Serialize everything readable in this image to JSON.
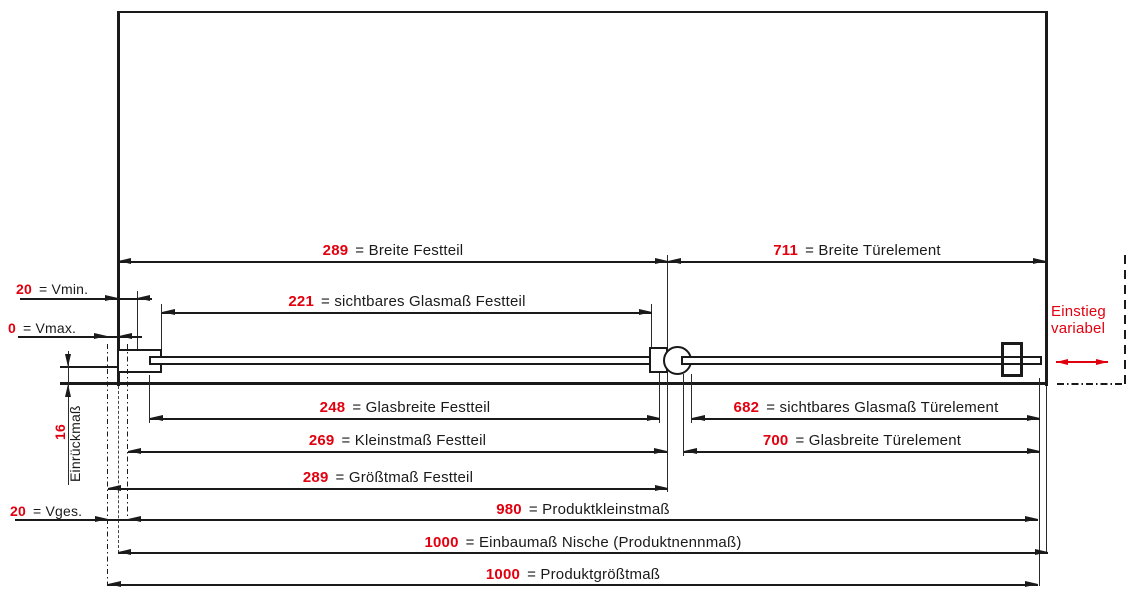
{
  "colors": {
    "red": "#e2000f",
    "line": "#1a1a1a"
  },
  "dimensions": {
    "breite_festteil": {
      "value": "289",
      "label": "= Breite Festteil"
    },
    "breite_tuerelement": {
      "value": "711",
      "label": "= Breite Türelement"
    },
    "vmin": {
      "value": "20",
      "label": "= Vmin."
    },
    "sichtbares_glasmass_festteil": {
      "value": "221",
      "label": "= sichtbares Glasmaß Festteil"
    },
    "vmax": {
      "value": "0",
      "label": "= Vmax."
    },
    "einrueckmass": {
      "value": "16",
      "label": "Einrückmaß"
    },
    "glasbreite_festteil": {
      "value": "248",
      "label": "= Glasbreite Festteil"
    },
    "sichtbares_glasmass_tuerelement": {
      "value": "682",
      "label": "= sichtbares Glasmaß Türelement"
    },
    "kleinstmass_festteil": {
      "value": "269",
      "label": "= Kleinstmaß Festteil"
    },
    "glasbreite_tuerelement": {
      "value": "700",
      "label": "= Glasbreite Türelement"
    },
    "groesstmass_festteil": {
      "value": "289",
      "label": "= Größtmaß Festteil"
    },
    "vges": {
      "value": "20",
      "label": "= Vges."
    },
    "produktkleinstmass": {
      "value": "980",
      "label": "= Produktkleinstmaß"
    },
    "einbaumass_nische": {
      "value": "1000",
      "label": "= Einbaumaß Nische (Produktnennmaß)"
    },
    "produktgroesstmass": {
      "value": "1000",
      "label": "= Produktgrößtmaß"
    }
  },
  "annotations": {
    "einstieg_line1": "Einstieg",
    "einstieg_line2": "variabel"
  }
}
